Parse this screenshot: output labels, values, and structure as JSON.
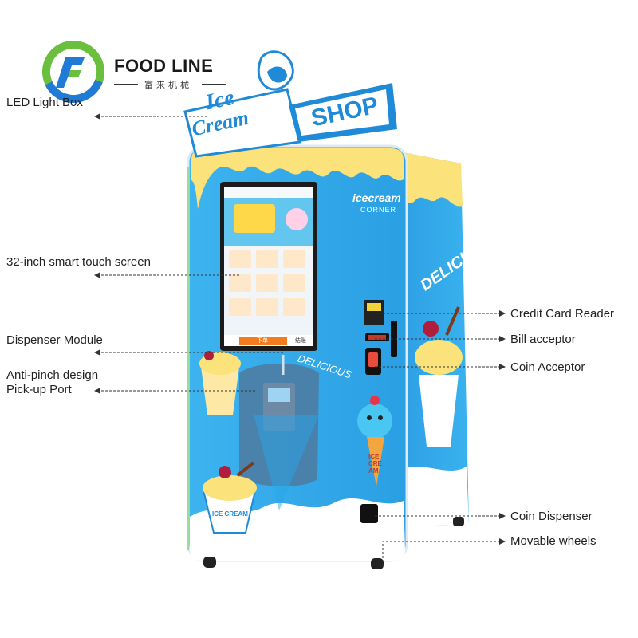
{
  "brand": {
    "name": "FOOD LINE",
    "subtitle": "富来机械",
    "colors": {
      "green": "#6abf3c",
      "blue": "#1f7bd6",
      "cyan": "#35c0f0"
    }
  },
  "machine": {
    "sign_ice": "Ice",
    "sign_cream": "Cream",
    "sign_shop": "SHOP",
    "side_brand_1": "icecream",
    "side_brand_2": "CORNER",
    "delicious_front": "DELICIOUS",
    "delicious_side": "DELICIOUS",
    "cup_label": "ICE CREAM",
    "side_cone_text": "ICE CREAM",
    "screen_buttons": [
      "下单",
      "结账"
    ],
    "colors": {
      "body_blue": "#2aa6ea",
      "body_dark": "#1b86c8",
      "yellow": "#fbe27a",
      "sign_blue": "#1e8ad8",
      "cream": "#ffffff",
      "screen_orange": "#f47c20"
    }
  },
  "callouts": {
    "left": [
      {
        "id": "led",
        "label": "LED Light Box"
      },
      {
        "id": "screen",
        "label": "32-inch smart touch screen"
      },
      {
        "id": "dispenser",
        "label": "Dispenser Module"
      },
      {
        "id": "pickup_1",
        "label": "Anti-pinch design"
      },
      {
        "id": "pickup_2",
        "label": "Pick-up Port"
      }
    ],
    "right": [
      {
        "id": "card",
        "label": "Credit Card Reader"
      },
      {
        "id": "bill",
        "label": "Bill acceptor"
      },
      {
        "id": "coin",
        "label": "Coin Acceptor"
      },
      {
        "id": "coin_disp",
        "label": "Coin Dispenser"
      },
      {
        "id": "wheels",
        "label": "Movable wheels"
      }
    ]
  }
}
